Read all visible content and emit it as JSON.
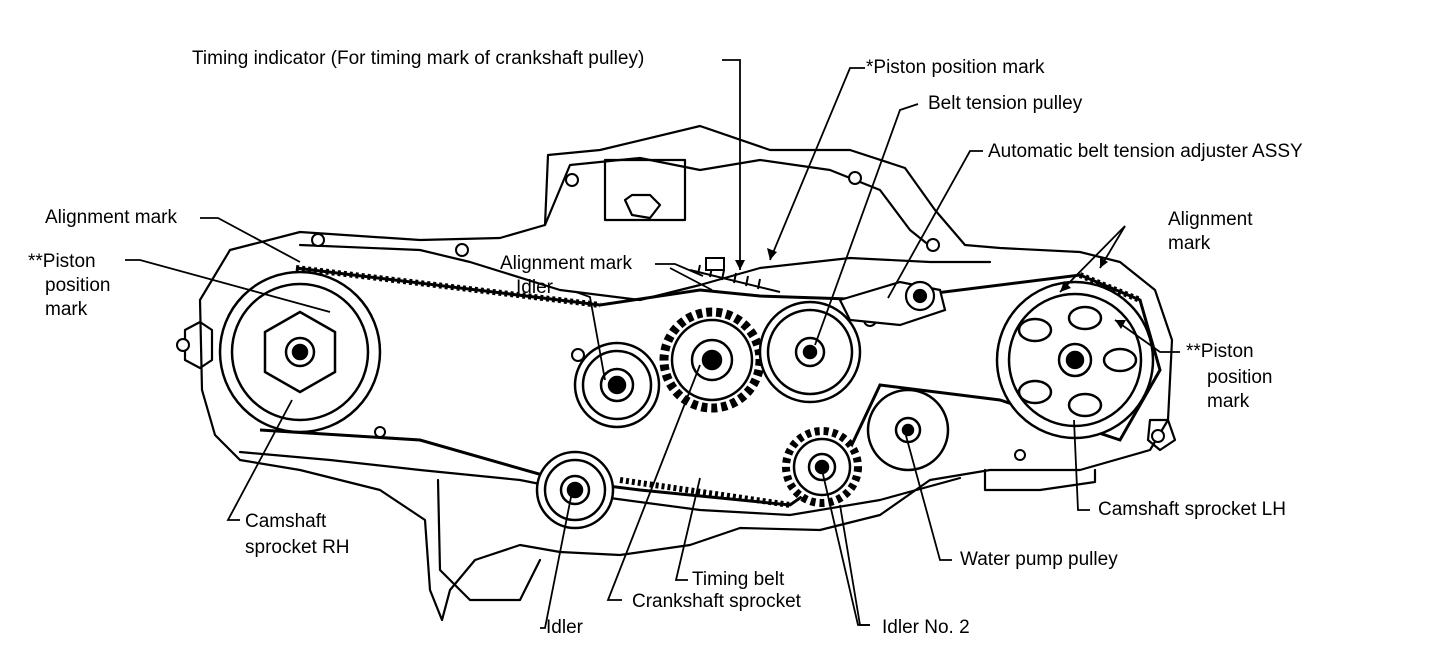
{
  "labels": {
    "timing_indicator": "Timing indicator (For timing mark of crankshaft pulley)",
    "piston_position_mark": "*Piston position mark",
    "belt_tension_pulley": "Belt tension pulley",
    "auto_belt_tension_adjuster": "Automatic belt tension adjuster ASSY",
    "alignment_mark_left": "Alignment mark",
    "piston_mark_rh_l1": "**Piston",
    "piston_mark_rh_l2": "position",
    "piston_mark_rh_l3": "mark",
    "alignment_mark_center": "Alignment mark",
    "idler_top": "Idler",
    "alignment_mark_right_l1": "Alignment",
    "alignment_mark_right_l2": "mark",
    "piston_mark_lh_l1": "**Piston",
    "piston_mark_lh_l2": "position",
    "piston_mark_lh_l3": "mark",
    "camshaft_rh_l1": "Camshaft",
    "camshaft_rh_l2": "sprocket RH",
    "camshaft_lh": "Camshaft sprocket LH",
    "water_pump_pulley": "Water pump pulley",
    "timing_belt": "Timing belt",
    "crankshaft_sprocket": "Crankshaft sprocket",
    "idler_bottom": "Idler",
    "idler_no2": "Idler No. 2"
  },
  "colors": {
    "ink": "#000000",
    "paper": "#ffffff"
  }
}
